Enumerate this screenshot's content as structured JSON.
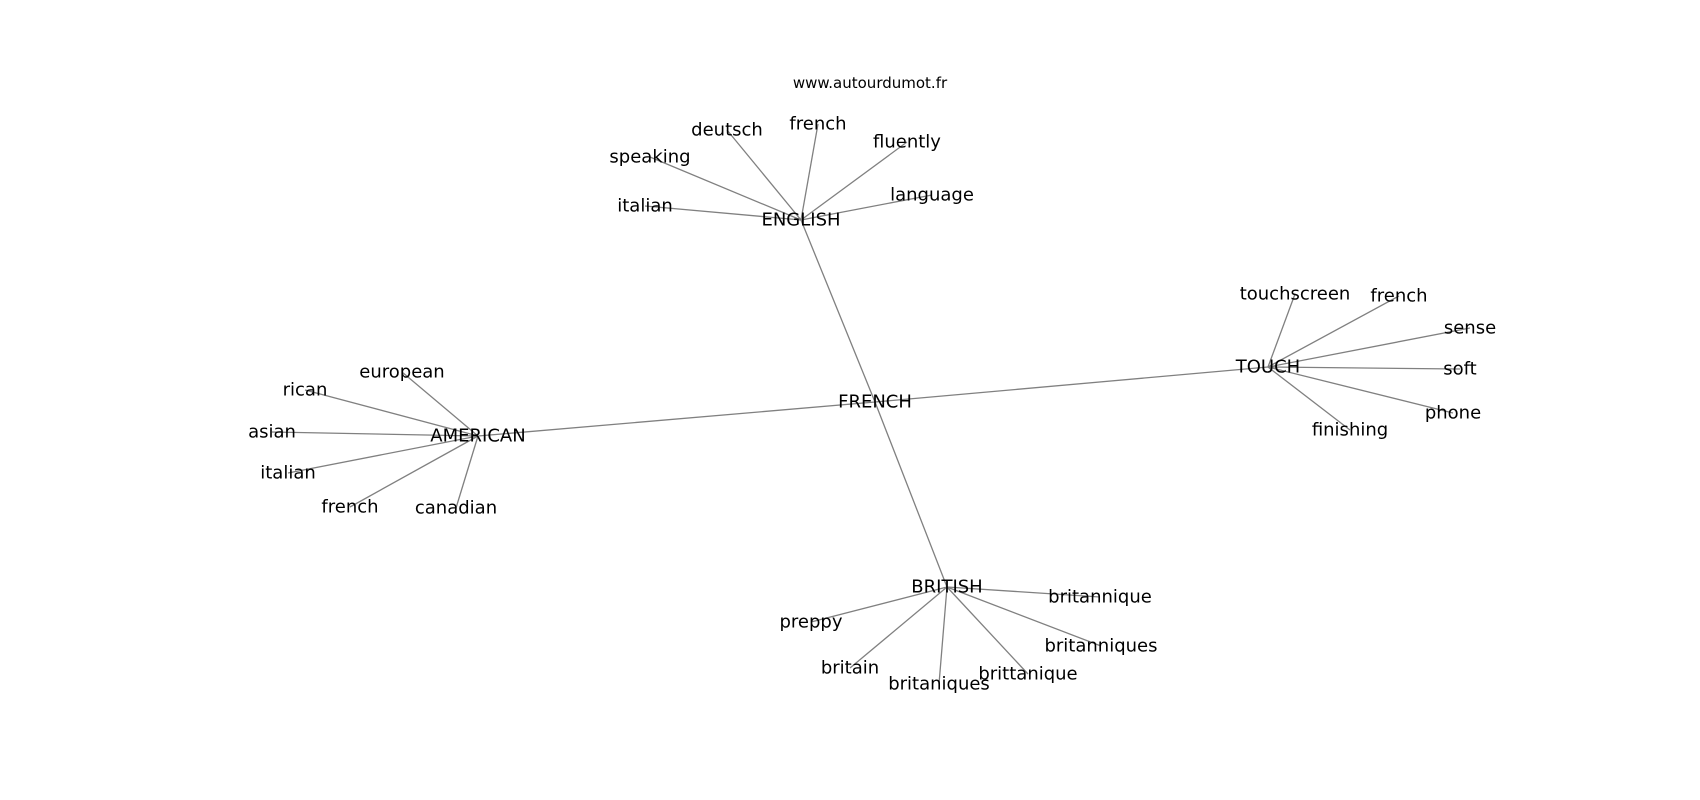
{
  "source": "www.autourdumot.fr",
  "center": {
    "id": "c",
    "label": "FRENCH"
  },
  "hubs": [
    {
      "id": "english",
      "label": "ENGLISH",
      "leaves": [
        {
          "id": "english-italian",
          "label": "italian"
        },
        {
          "id": "english-speaking",
          "label": "speaking"
        },
        {
          "id": "english-deutsch",
          "label": "deutsch"
        },
        {
          "id": "english-french",
          "label": "french"
        },
        {
          "id": "english-fluently",
          "label": "fluently"
        },
        {
          "id": "english-language",
          "label": "language"
        }
      ]
    },
    {
      "id": "touch",
      "label": "TOUCH",
      "leaves": [
        {
          "id": "touch-touchscreen",
          "label": "touchscreen"
        },
        {
          "id": "touch-french",
          "label": "french"
        },
        {
          "id": "touch-sense",
          "label": "sense"
        },
        {
          "id": "touch-soft",
          "label": "soft"
        },
        {
          "id": "touch-phone",
          "label": "phone"
        },
        {
          "id": "touch-finishing",
          "label": "finishing"
        }
      ]
    },
    {
      "id": "american",
      "label": "AMERICAN",
      "leaves": [
        {
          "id": "american-european",
          "label": "european"
        },
        {
          "id": "american-rican",
          "label": "rican"
        },
        {
          "id": "american-asian",
          "label": "asian"
        },
        {
          "id": "american-italian",
          "label": "italian"
        },
        {
          "id": "american-french",
          "label": "french"
        },
        {
          "id": "american-canadian",
          "label": "canadian"
        }
      ]
    },
    {
      "id": "british",
      "label": "BRITISH",
      "leaves": [
        {
          "id": "british-britannique",
          "label": "britannique"
        },
        {
          "id": "british-britanniques",
          "label": "britanniques"
        },
        {
          "id": "british-brittanique",
          "label": "brittanique"
        },
        {
          "id": "british-britaniques",
          "label": "britaniques"
        },
        {
          "id": "british-britain",
          "label": "britain"
        },
        {
          "id": "british-preppy",
          "label": "preppy"
        }
      ]
    }
  ]
}
